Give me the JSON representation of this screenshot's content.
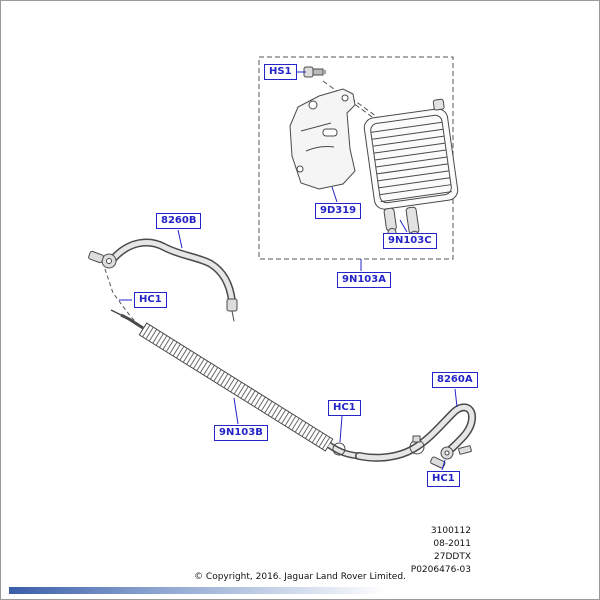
{
  "page": {
    "background": "#ffffff",
    "accent_blue": "#2424c8"
  },
  "diagram": {
    "labels": {
      "hs1": "HS1",
      "bracket": "9D319",
      "oil_cooler": "9N103C",
      "cooler_assembly": "9N103A",
      "hose_left": "8260B",
      "clamp_left": "HC1",
      "tube": "9N103B",
      "clamp_mid": "HC1",
      "hose_right": "8260A",
      "clamp_right": "HC1"
    },
    "icons": {
      "parts_illustration": "line-art-parts-drawing"
    }
  },
  "footer": {
    "info_lines": [
      "3100112",
      "08-2011",
      "27DDTX",
      "P0206476-03"
    ],
    "copyright": "© Copyright, 2016. Jaguar Land Rover Limited."
  }
}
